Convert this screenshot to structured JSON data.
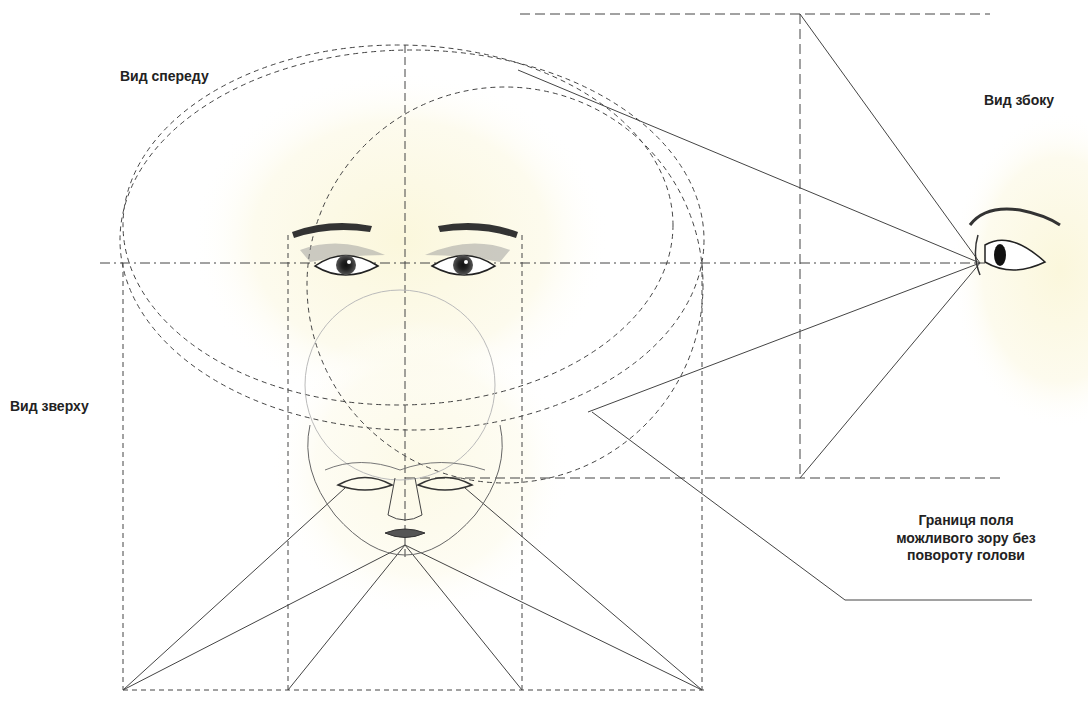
{
  "diagram": {
    "labels": [
      "Вид спереду",
      "Вид збоку",
      "Вид зверху",
      "Границя поля можливого зору без повороту голови"
    ]
  }
}
